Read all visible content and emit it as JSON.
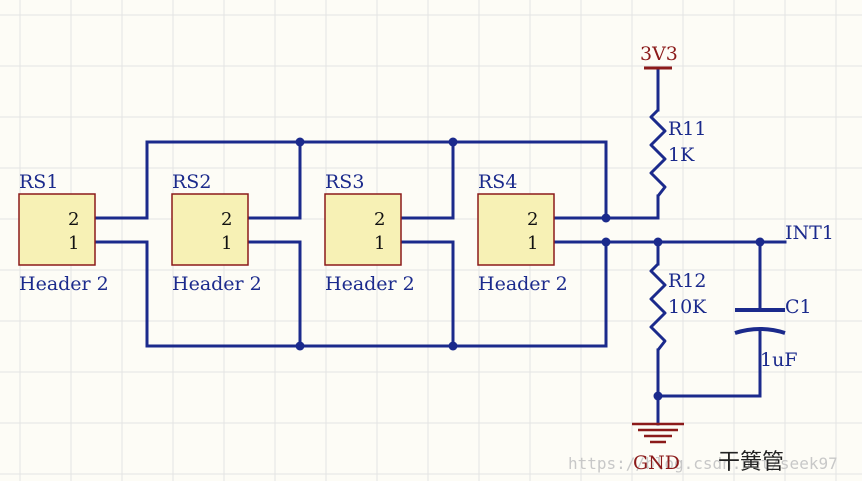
{
  "colors": {
    "background": "#fdfcf6",
    "grid": "#e4e4e4",
    "wire": "#1b2a8c",
    "component_outline": "#8b1a1a",
    "component_fill": "#f7f1b5",
    "power": "#8b1a1a",
    "text": "#1b2a8c"
  },
  "headers": [
    {
      "designator": "RS1",
      "comment": "Header 2",
      "pin_top": "2",
      "pin_bottom": "1"
    },
    {
      "designator": "RS2",
      "comment": "Header 2",
      "pin_top": "2",
      "pin_bottom": "1"
    },
    {
      "designator": "RS3",
      "comment": "Header 2",
      "pin_top": "2",
      "pin_bottom": "1"
    },
    {
      "designator": "RS4",
      "comment": "Header 2",
      "pin_top": "2",
      "pin_bottom": "1"
    }
  ],
  "resistors": [
    {
      "designator": "R11",
      "value": "1K"
    },
    {
      "designator": "R12",
      "value": "10K"
    }
  ],
  "capacitor": {
    "designator": "C1",
    "value": "1uF"
  },
  "power_port": {
    "label": "3V3"
  },
  "ground": {
    "label": "GND"
  },
  "net_label": {
    "label": "INT1"
  },
  "caption": "干簧管",
  "watermark": "https://blog.csdn.net/seek97"
}
